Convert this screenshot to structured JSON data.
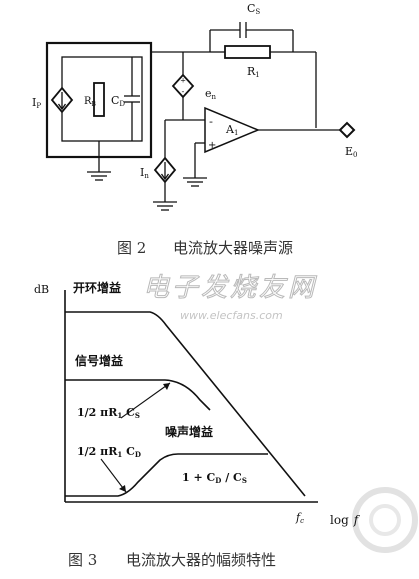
{
  "circuit": {
    "labels": {
      "cs": "C",
      "cs_sub": "S",
      "r1": "R",
      "r1_sub": "1",
      "ip": "I",
      "ip_sub": "P",
      "rb": "R",
      "rb_sub": "B",
      "cd": "C",
      "cd_sub": "D",
      "en": "e",
      "en_sub": "n",
      "in": "I",
      "in_sub": "n",
      "a1": "A",
      "a1_sub": "1",
      "minus": "-",
      "plus": "+",
      "e0": "E",
      "e0_sub": "0"
    },
    "caption": {
      "number": "图 2",
      "text": "电流放大器噪声源"
    }
  },
  "bode": {
    "y_unit": "dB",
    "open_loop_gain": "开环增益",
    "signal_gain": "信号增益",
    "noise_gain": "噪声增益",
    "pole_cs": "1/2 πR",
    "pole_cs_sub": "1",
    "pole_cs_tail": " C",
    "pole_cs_tail_sub": "S",
    "pole_cd": "1/2 πR",
    "pole_cd_sub": "1",
    "pole_cd_tail": " C",
    "pole_cd_tail_sub": "D",
    "noise_gain_value": "1 + C",
    "noise_gain_value_sub1": "D",
    "noise_gain_value_mid": " / C",
    "noise_gain_value_sub2": "S",
    "fc": "f",
    "fc_sub": "c",
    "x_axis_log": "log",
    "x_axis_f": "f",
    "caption": {
      "number": "图 3",
      "text": "电流放大器的幅频特性"
    }
  },
  "watermark": {
    "chinese": "电子发烧友网",
    "url": "www.elecfans.com"
  }
}
